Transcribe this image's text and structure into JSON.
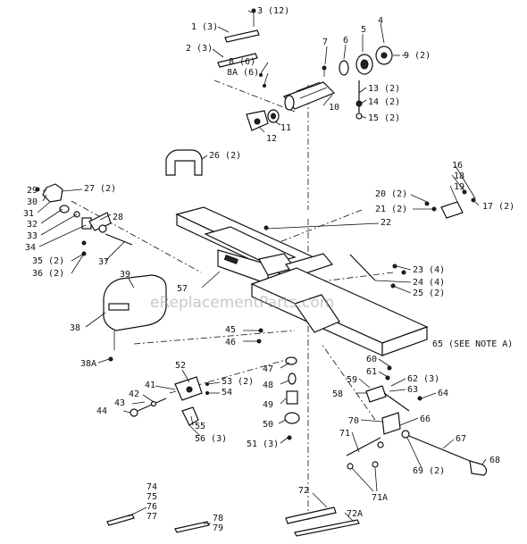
{
  "watermark": "eReplacementParts.com",
  "callouts": {
    "c1": "1 (3)",
    "c2": "2 (3)",
    "c3": "3 (12)",
    "c4": "4",
    "c5": "5",
    "c6": "6",
    "c7": "7",
    "c8": "8 (6)",
    "c8a": "8A (6)",
    "c9": "9 (2)",
    "c10": "10",
    "c11": "11",
    "c12": "12",
    "c13": "13 (2)",
    "c14": "14 (2)",
    "c15": "15 (2)",
    "c16": "16",
    "c17": "17 (2)",
    "c18": "18",
    "c19": "19",
    "c20": "20 (2)",
    "c21": "21 (2)",
    "c22": "22",
    "c23": "23 (4)",
    "c24": "24 (4)",
    "c25": "25 (2)",
    "c26": "26 (2)",
    "c27": "27 (2)",
    "c28": "28",
    "c29": "29",
    "c30": "30",
    "c31": "31",
    "c32": "32",
    "c33": "33",
    "c34": "34",
    "c35": "35 (2)",
    "c36": "36 (2)",
    "c37": "37",
    "c38": "38",
    "c38a": "38A",
    "c39": "39",
    "c41": "41",
    "c42": "42",
    "c43": "43",
    "c44": "44",
    "c45": "45",
    "c46": "46",
    "c47": "47",
    "c48": "48",
    "c49": "49",
    "c50": "50",
    "c51": "51 (3)",
    "c52": "52",
    "c53": "53 (2)",
    "c54": "54",
    "c55": "55",
    "c56": "56 (3)",
    "c57": "57",
    "c58": "58",
    "c59": "59",
    "c60": "60",
    "c61": "61",
    "c62": "62 (3)",
    "c63": "63",
    "c64": "64",
    "c65": "65 (SEE NOTE A)",
    "c66": "66",
    "c67": "67",
    "c68": "68",
    "c69": "69 (2)",
    "c70": "70",
    "c71": "71",
    "c71a": "71A",
    "c72": "72",
    "c72a": "72A",
    "c74": "74",
    "c75": "75",
    "c76": "76",
    "c77": "77",
    "c78": "78",
    "c79": "79"
  }
}
